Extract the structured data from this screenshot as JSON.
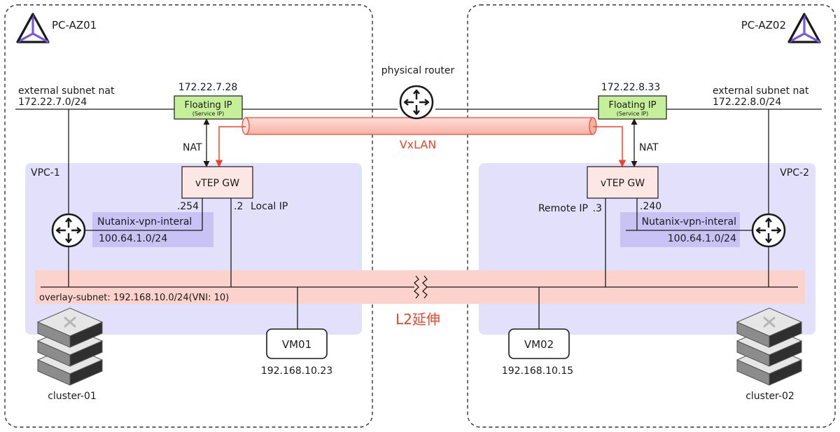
{
  "az_left": {
    "label": "PC-AZ01"
  },
  "az_right": {
    "label": "PC-AZ02"
  },
  "physical_router": {
    "label": "physical router"
  },
  "ext_left": {
    "line1": "external subnet nat",
    "line2": "172.22.7.0/24"
  },
  "ext_right": {
    "line1": "external subnet nat",
    "line2": "172.22.8.0/24"
  },
  "fip_left": {
    "ip": "172.22.7.28",
    "title": "Floating IP",
    "sub": "(Service IP)"
  },
  "fip_right": {
    "ip": "172.22.8.33",
    "title": "Floating IP",
    "sub": "(Service IP)"
  },
  "nat_label": "NAT",
  "vxlan_label": "VxLAN",
  "vpc_left": {
    "label": "VPC-1"
  },
  "vpc_right": {
    "label": "VPC-2"
  },
  "vtep_left": {
    "label": "vTEP GW",
    "ip_vpn": ".254",
    "ip_overlay": ".2",
    "ip_note": "Local IP"
  },
  "vtep_right": {
    "label": "vTEP GW",
    "ip_vpn": ".240",
    "ip_overlay": ".3",
    "ip_note": "Remote IP"
  },
  "vpn_left": {
    "name": "Nutanix-vpn-interal",
    "cidr": "100.64.1.0/24"
  },
  "vpn_right": {
    "name": "Nutanix-vpn-interal",
    "cidr": "100.64.1.0/24"
  },
  "overlay": {
    "label": "overlay-subnet: 192.168.10.0/24(VNI: 10)"
  },
  "l2_label": "L2延伸",
  "vm_left": {
    "name": "VM01",
    "ip": "192.168.10.23"
  },
  "vm_right": {
    "name": "VM02",
    "ip": "192.168.10.15"
  },
  "cluster_left": {
    "label": "cluster-01"
  },
  "cluster_right": {
    "label": "cluster-02"
  },
  "colors": {
    "vpc_fill": "#e3e0fb",
    "vpn_fill": "#c9c2f4",
    "overlay_fill": "#fbd3cc",
    "fip_fill": "#c6ef9a",
    "vtep_fill": "#fde7e4",
    "accent_red": "#f0442a",
    "prism_purple": "#7a55e6"
  }
}
